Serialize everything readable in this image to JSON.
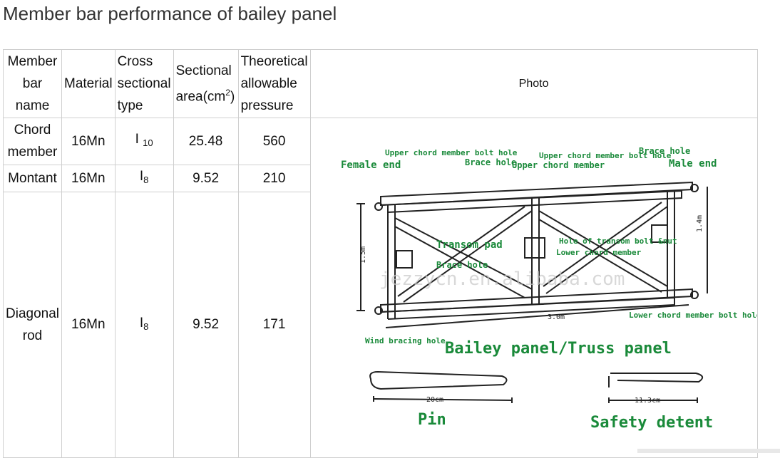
{
  "page": {
    "title": "Member bar performance of bailey panel"
  },
  "table": {
    "headers": {
      "name": [
        "Member",
        "bar",
        "name"
      ],
      "material": "Material",
      "type": [
        "Cross",
        "sectional",
        "type"
      ],
      "area": {
        "line1": "Sectional",
        "line2_pre": "area(cm",
        "sup": "2",
        "line2_post": ")"
      },
      "pressure": [
        "Theoretical",
        "allowable",
        "pressure"
      ],
      "photo": "Photo"
    },
    "rows": [
      {
        "name": [
          "Chord",
          "member"
        ],
        "material": "16Mn",
        "type_main": "I",
        "type_sub": "10",
        "area": "25.48",
        "pressure": "560"
      },
      {
        "name": [
          "Montant"
        ],
        "material": "16Mn",
        "type_main": "I",
        "type_sub": "8",
        "area": "9.52",
        "pressure": "210"
      },
      {
        "name": [
          "Diagonal",
          "rod"
        ],
        "material": "16Mn",
        "type_main": "I",
        "type_sub": "8",
        "area": "9.52",
        "pressure": "171"
      }
    ]
  },
  "diagram": {
    "labels": {
      "upper_chord_bolt_hole_1": "Upper chord member bolt hole",
      "upper_chord_bolt_hole_2": "Upper chord member bolt hole",
      "female_end": "Female end",
      "brace_hole_1": "Brace hole",
      "upper_chord_member": "Upper chord member",
      "brace_hole_2": "Brace hole",
      "male_end": "Male end",
      "height_right": "1.4m",
      "height_left": "1.5m",
      "transom_pad": "Transom pad",
      "hole_transom_bolt": "Hole of transom bolt &nut",
      "lower_chord_member": "Lower chord member",
      "brace_hole_3": "Brace hole",
      "length": "3.0m",
      "lower_chord_bolt_hole": "Lower chord member bolt hole",
      "wind_bracing_hole": "Wind bracing hole",
      "panel_title": "Bailey panel/Truss panel",
      "pin_len": "20cm",
      "detent_len": "11.3cm",
      "pin": "Pin",
      "safety_detent": "Safety detent",
      "watermark": "jezzycn.en.alibaba.com"
    },
    "colors": {
      "label_green": "#1a8a3a",
      "line": "#222222"
    }
  }
}
